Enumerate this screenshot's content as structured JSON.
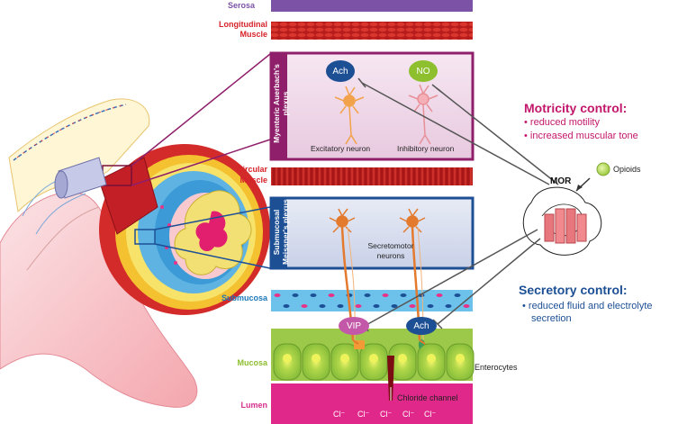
{
  "layers": {
    "serosa": "Serosa",
    "longitudinal_muscle_1": "Longitudinal",
    "longitudinal_muscle_2": "Muscle",
    "circular_muscle_1": "Circular",
    "circular_muscle_2": "Muscle",
    "submucosa": "Submucosa",
    "mucosa": "Mucosa",
    "lumen": "Lumen"
  },
  "plexus": {
    "myenteric_1": "Myenteric Auerbach's",
    "myenteric_2": "plexus",
    "submucosal_1": "Submucosal",
    "submucosal_2": "Meissner's plexus"
  },
  "neurons": {
    "ach_top": "Ach",
    "no": "NO",
    "excitatory": "Excitatory neuron",
    "inhibitory": "Inhibitory neuron",
    "secretomotor_1": "Secretomotor",
    "secretomotor_2": "neurons",
    "vip": "VIP",
    "ach_bottom": "Ach"
  },
  "cells": {
    "enterocytes": "Enterocytes",
    "chloride_channel": "Chloride channel",
    "cl_ions": [
      "Cl⁻",
      "Cl⁻",
      "Cl⁻",
      "Cl⁻",
      "Cl⁻"
    ]
  },
  "receptor": {
    "mor": "MOR",
    "opioids": "Opioids"
  },
  "motricity": {
    "title": "Motricity control:",
    "items": [
      "• reduced motility",
      "• increased muscular tone"
    ]
  },
  "secretory": {
    "title": "Secretory control:",
    "items": [
      "• reduced fluid and electrolyte",
      "secretion"
    ]
  },
  "colors": {
    "serosa": "#7b52a6",
    "muscle": "#c2221c",
    "plexus_myenteric": "#8f1f6b",
    "plexus_submucosal": "#1d4f95",
    "submucosa": "#3ea6dc",
    "mucosa": "#8fc13f",
    "lumen": "#e0288a",
    "motricity_title": "#c2176b",
    "secretory_title": "#1d4f95"
  }
}
